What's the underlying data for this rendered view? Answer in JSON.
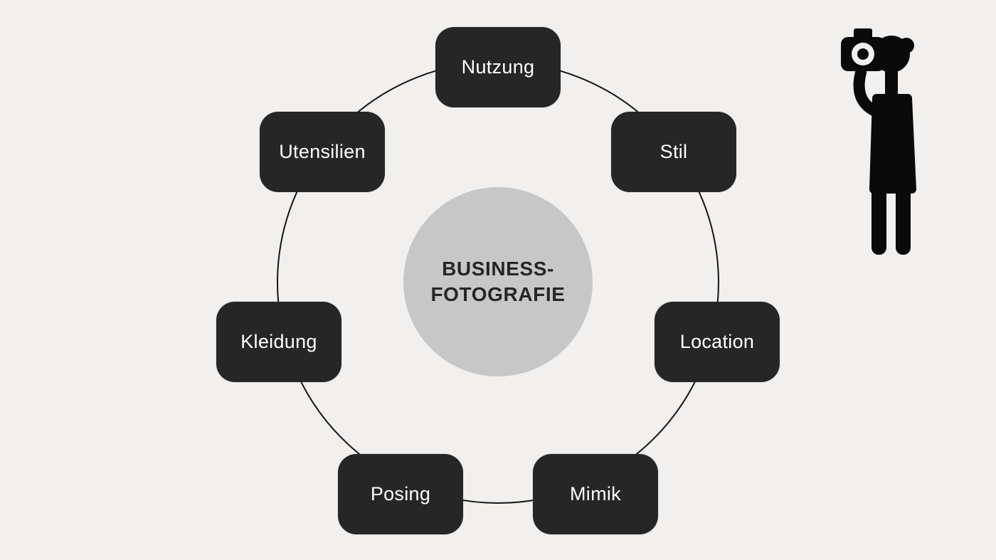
{
  "diagram": {
    "center": {
      "line1": "BUSINESS-",
      "line2": "FOTOGRAFIE"
    },
    "nodes": [
      {
        "label": "Nutzung"
      },
      {
        "label": "Stil"
      },
      {
        "label": "Location"
      },
      {
        "label": "Mimik"
      },
      {
        "label": "Posing"
      },
      {
        "label": "Kleidung"
      },
      {
        "label": "Utensilien"
      }
    ],
    "icons": [
      {
        "name": "photographer-icon"
      }
    ],
    "colors": {
      "background": "#f2f0ee",
      "node_background": "#262626",
      "node_text": "#ffffff",
      "center_background": "#c7c7c7",
      "center_text": "#262626",
      "ring_stroke": "#151515",
      "icon_fill": "#0a0a0a"
    }
  }
}
